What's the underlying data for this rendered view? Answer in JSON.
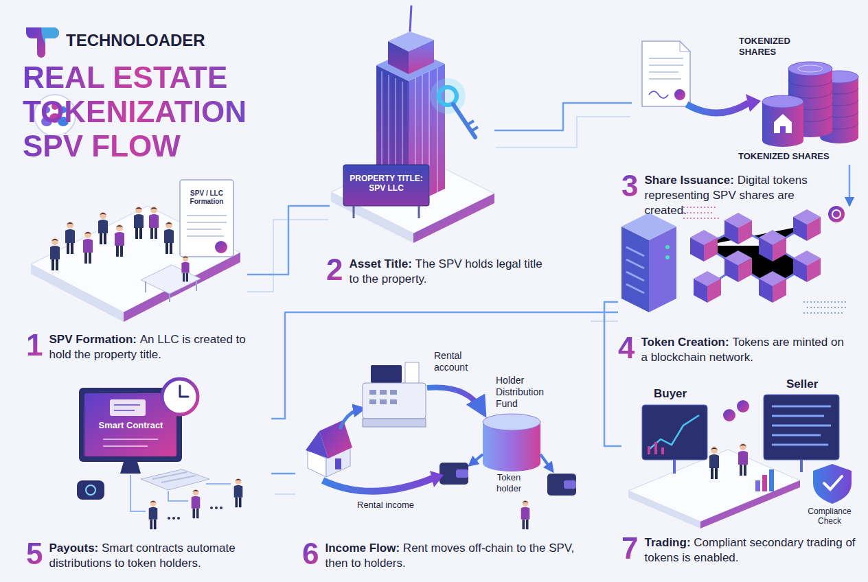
{
  "diagram": {
    "title": "REAL ESTATE TOKENIZATION SPV FLOW",
    "nodes": [
      {
        "text": [
          "1",
          "SPV Formation:",
          "An LLC is created to hold the property title."
        ]
      },
      {
        "text": [
          "2",
          "Asset Title:",
          "The SPV holds legal title to the property."
        ]
      },
      {
        "text": [
          "3",
          "Share Issuance:",
          "Digital tokens representing SPV shares are created."
        ]
      },
      {
        "text": [
          "4",
          "Token Creation:",
          "Tokens are minted on a blockchain network."
        ]
      },
      {
        "text": [
          "5",
          "Payouts:",
          "Smart contracts automate distributions to token holders."
        ]
      },
      {
        "text": [
          "6",
          "Income Flow:",
          "Rent moves off-chain to the SPV, then to holders."
        ]
      },
      {
        "text": [
          "7",
          "Trading:",
          "Compliant secondary trading of tokens is enabled."
        ]
      }
    ],
    "edges": [
      {
        "from": 0,
        "to": 1,
        "arrow": "none"
      },
      {
        "from": 1,
        "to": 2,
        "arrow": "none"
      },
      {
        "from": 2,
        "to": 3,
        "arrow": "to"
      },
      {
        "from": 3,
        "to": 4,
        "arrow": "none"
      },
      {
        "from": 3,
        "to": 6,
        "arrow": "none"
      },
      {
        "from": 5,
        "to": 4,
        "arrow": "none"
      }
    ],
    "labels": [
      "TECHNOLOADER",
      "SPV / LLC Formation",
      "PROPERTY TITLE: SPV LLC",
      "TOKENIZED SHARES",
      "TOKENIZED SHARES",
      "Smart Contract",
      "Rental account",
      "Holder Distribution Fund",
      "Rental income",
      "Token holder",
      "Buyer",
      "Seller",
      "Compliance Check"
    ]
  }
}
